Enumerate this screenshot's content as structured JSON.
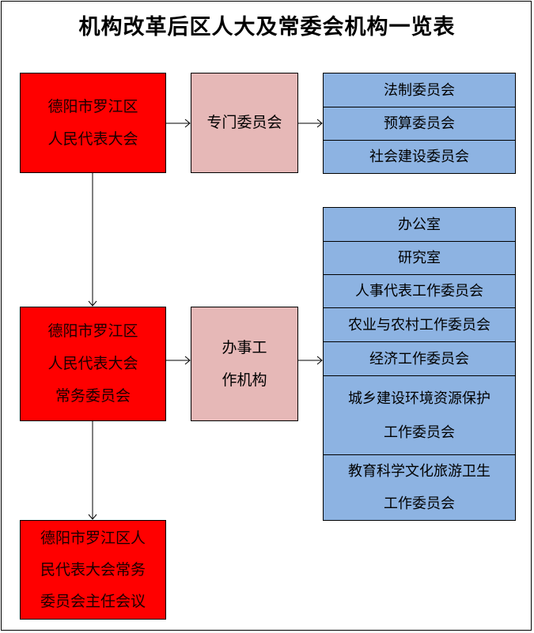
{
  "title": "机构改革后区人大及常委会机构一览表",
  "boxes": {
    "people_congress": "德阳市罗江区\n人民代表大会",
    "special_committee": "专门委员会",
    "standing_committee": "德阳市罗江区\n人民代表大会\n常务委员会",
    "working_bodies": "办事工\n作机构",
    "director_meeting": "德阳市罗江区人\n民代表大会常务\n委员会主任会议"
  },
  "special_committees": [
    "法制委员会",
    "预算委员会",
    "社会建设委员会"
  ],
  "working_body_items": [
    "办公室",
    "研究室",
    "人事代表工作委员会",
    "农业与农村工作委员会",
    "经济工作委员会",
    "城乡建设环境资源保护\n工作委员会",
    "教育科学文化旅游卫生\n工作委员会"
  ],
  "colors": {
    "red_box": "#ff0000",
    "pink_box": "#e6b8b7",
    "blue_box": "#8db3e2"
  }
}
